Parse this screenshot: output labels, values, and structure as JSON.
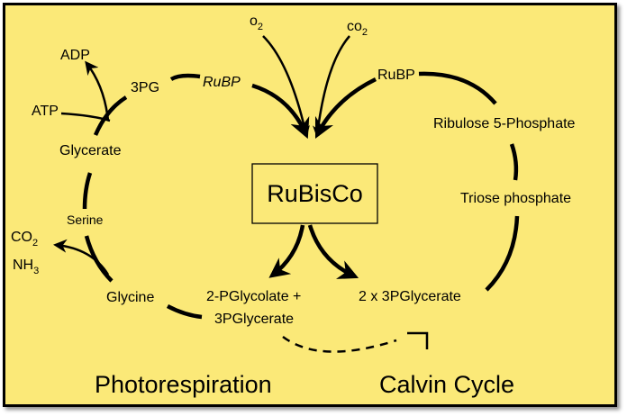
{
  "labels": {
    "o2": "o",
    "o2_sub": "2",
    "co2_top": "co",
    "co2_top_sub": "2",
    "adp": "ADP",
    "atp": "ATP",
    "pg3": "3PG",
    "rubp_left": "RuBP",
    "rubp_right": "RuBP",
    "ribulose": "Ribulose 5-Phosphate",
    "triose": "Triose phosphate",
    "glycerate": "Glycerate",
    "serine": "Serine",
    "co2_left": "CO",
    "co2_left_sub": "2",
    "nh3": "NH",
    "nh3_sub": "3",
    "glycine": "Glycine",
    "pglycolate": "2-PGlycolate +",
    "pglycerate": "3PGlycerate",
    "pg3x2": "2 x 3PGlycerate",
    "rubisco": "RuBisCo"
  },
  "titles": {
    "photorespiration": "Photorespiration",
    "calvin": "Calvin Cycle"
  },
  "colors": {
    "background": "#fbe978",
    "stroke": "#000000"
  }
}
